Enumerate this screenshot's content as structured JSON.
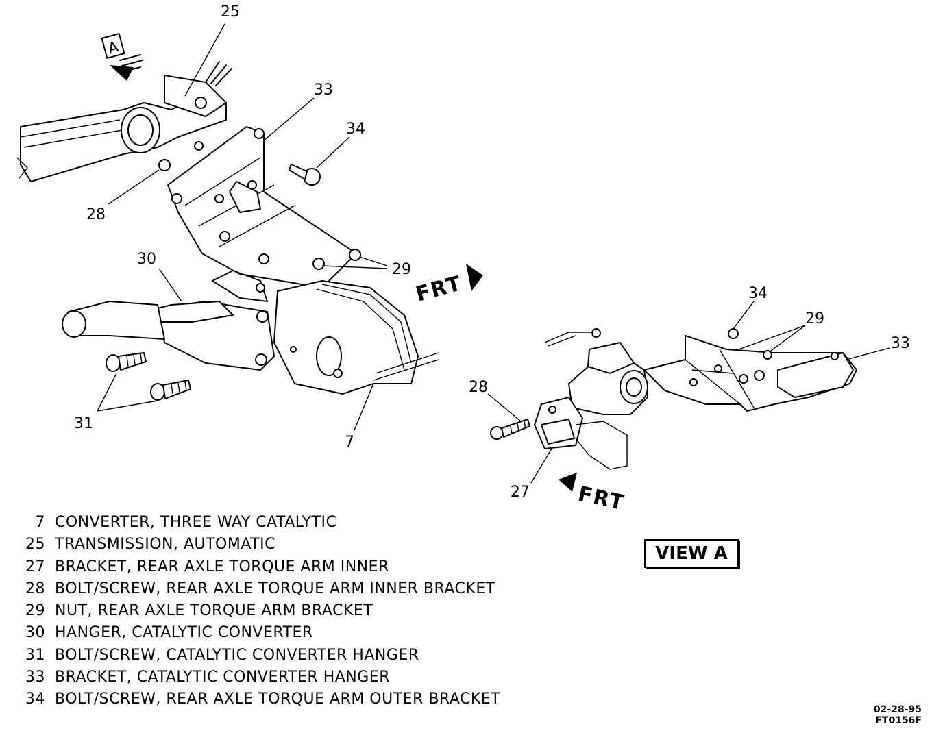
{
  "callouts": {
    "c25": "25",
    "c33a": "33",
    "c34a": "34",
    "c28a": "28",
    "c30": "30",
    "c29a": "29",
    "c31": "31",
    "c7": "7",
    "c34b": "34",
    "c29b": "29",
    "c33b": "33",
    "c28b": "28",
    "c27": "27"
  },
  "view_marker": "A",
  "frt_label": "FRT",
  "view_label": "VIEW A",
  "legend": [
    {
      "num": "7",
      "text": "CONVERTER, THREE WAY CATALYTIC"
    },
    {
      "num": "25",
      "text": "TRANSMISSION, AUTOMATIC"
    },
    {
      "num": "27",
      "text": "BRACKET, REAR AXLE TORQUE ARM INNER"
    },
    {
      "num": "28",
      "text": "BOLT/SCREW, REAR AXLE TORQUE ARM INNER BRACKET"
    },
    {
      "num": "29",
      "text": "NUT, REAR AXLE TORQUE ARM BRACKET"
    },
    {
      "num": "30",
      "text": "HANGER, CATALYTIC CONVERTER"
    },
    {
      "num": "31",
      "text": "BOLT/SCREW, CATALYTIC CONVERTER HANGER"
    },
    {
      "num": "33",
      "text": "BRACKET, CATALYTIC CONVERTER HANGER"
    },
    {
      "num": "34",
      "text": "BOLT/SCREW, REAR AXLE TORQUE ARM OUTER BRACKET"
    }
  ],
  "figure_code": {
    "date": "02-28-95",
    "id": "FT0156F"
  }
}
